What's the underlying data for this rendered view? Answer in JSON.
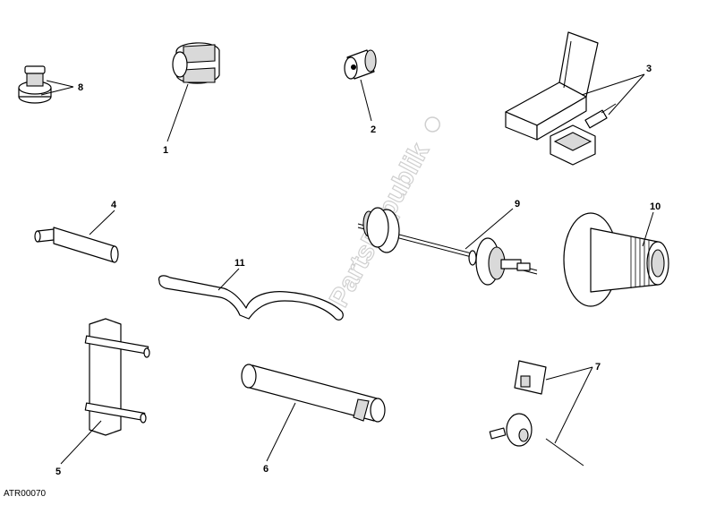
{
  "diagram": {
    "part_number": "ATR00070",
    "watermark": "PartsRepublik",
    "callouts": [
      {
        "id": "1",
        "label": "1"
      },
      {
        "id": "2",
        "label": "2"
      },
      {
        "id": "3",
        "label": "3"
      },
      {
        "id": "4",
        "label": "4"
      },
      {
        "id": "5",
        "label": "5"
      },
      {
        "id": "6",
        "label": "6"
      },
      {
        "id": "7",
        "label": "7"
      },
      {
        "id": "8",
        "label": "8"
      },
      {
        "id": "9",
        "label": "9"
      },
      {
        "id": "10",
        "label": "10"
      },
      {
        "id": "11",
        "label": "11"
      }
    ]
  }
}
